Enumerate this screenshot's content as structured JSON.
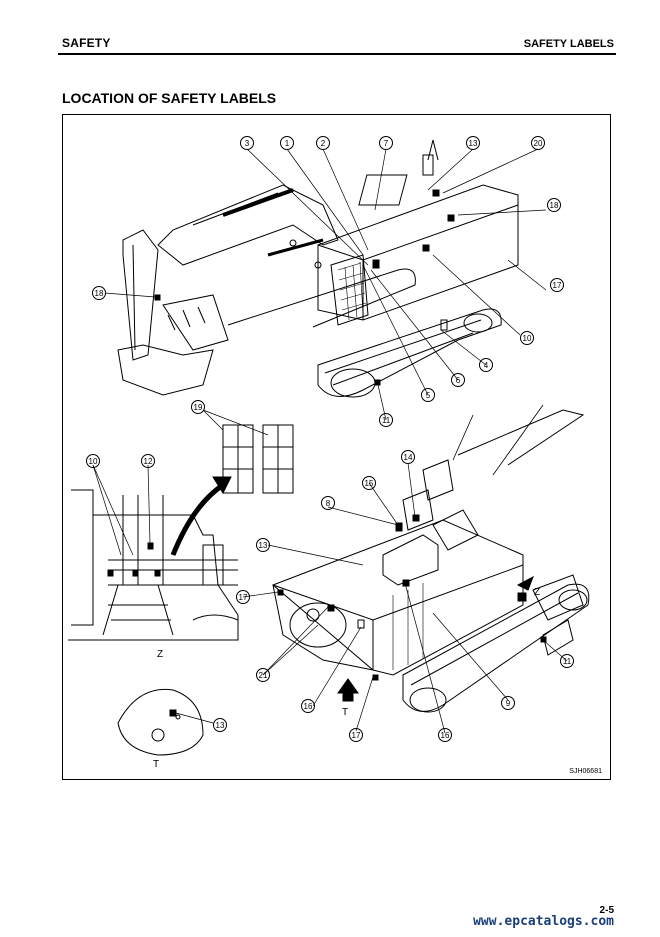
{
  "header": {
    "section": "SAFETY",
    "subsection": "SAFETY LABELS"
  },
  "title": "LOCATION OF SAFETY LABELS",
  "figure": {
    "code": "SJH06681",
    "view_z_label": "Z",
    "view_t_label": "T",
    "arrow_t_label": "T",
    "arrow_z_label": "Z",
    "callouts_top": [
      "3",
      "1",
      "2",
      "7",
      "13",
      "20",
      "18",
      "17",
      "10",
      "4",
      "6",
      "5",
      "11",
      "18",
      "19"
    ],
    "callouts_bottom": [
      "15",
      "14",
      "8",
      "13",
      "17",
      "21",
      "16",
      "17",
      "16",
      "9",
      "11"
    ],
    "callouts_z": [
      "10",
      "12"
    ],
    "callouts_t": [
      "13"
    ]
  },
  "footer": {
    "page": "2-5",
    "watermark": "www.epcatalogs.com"
  }
}
